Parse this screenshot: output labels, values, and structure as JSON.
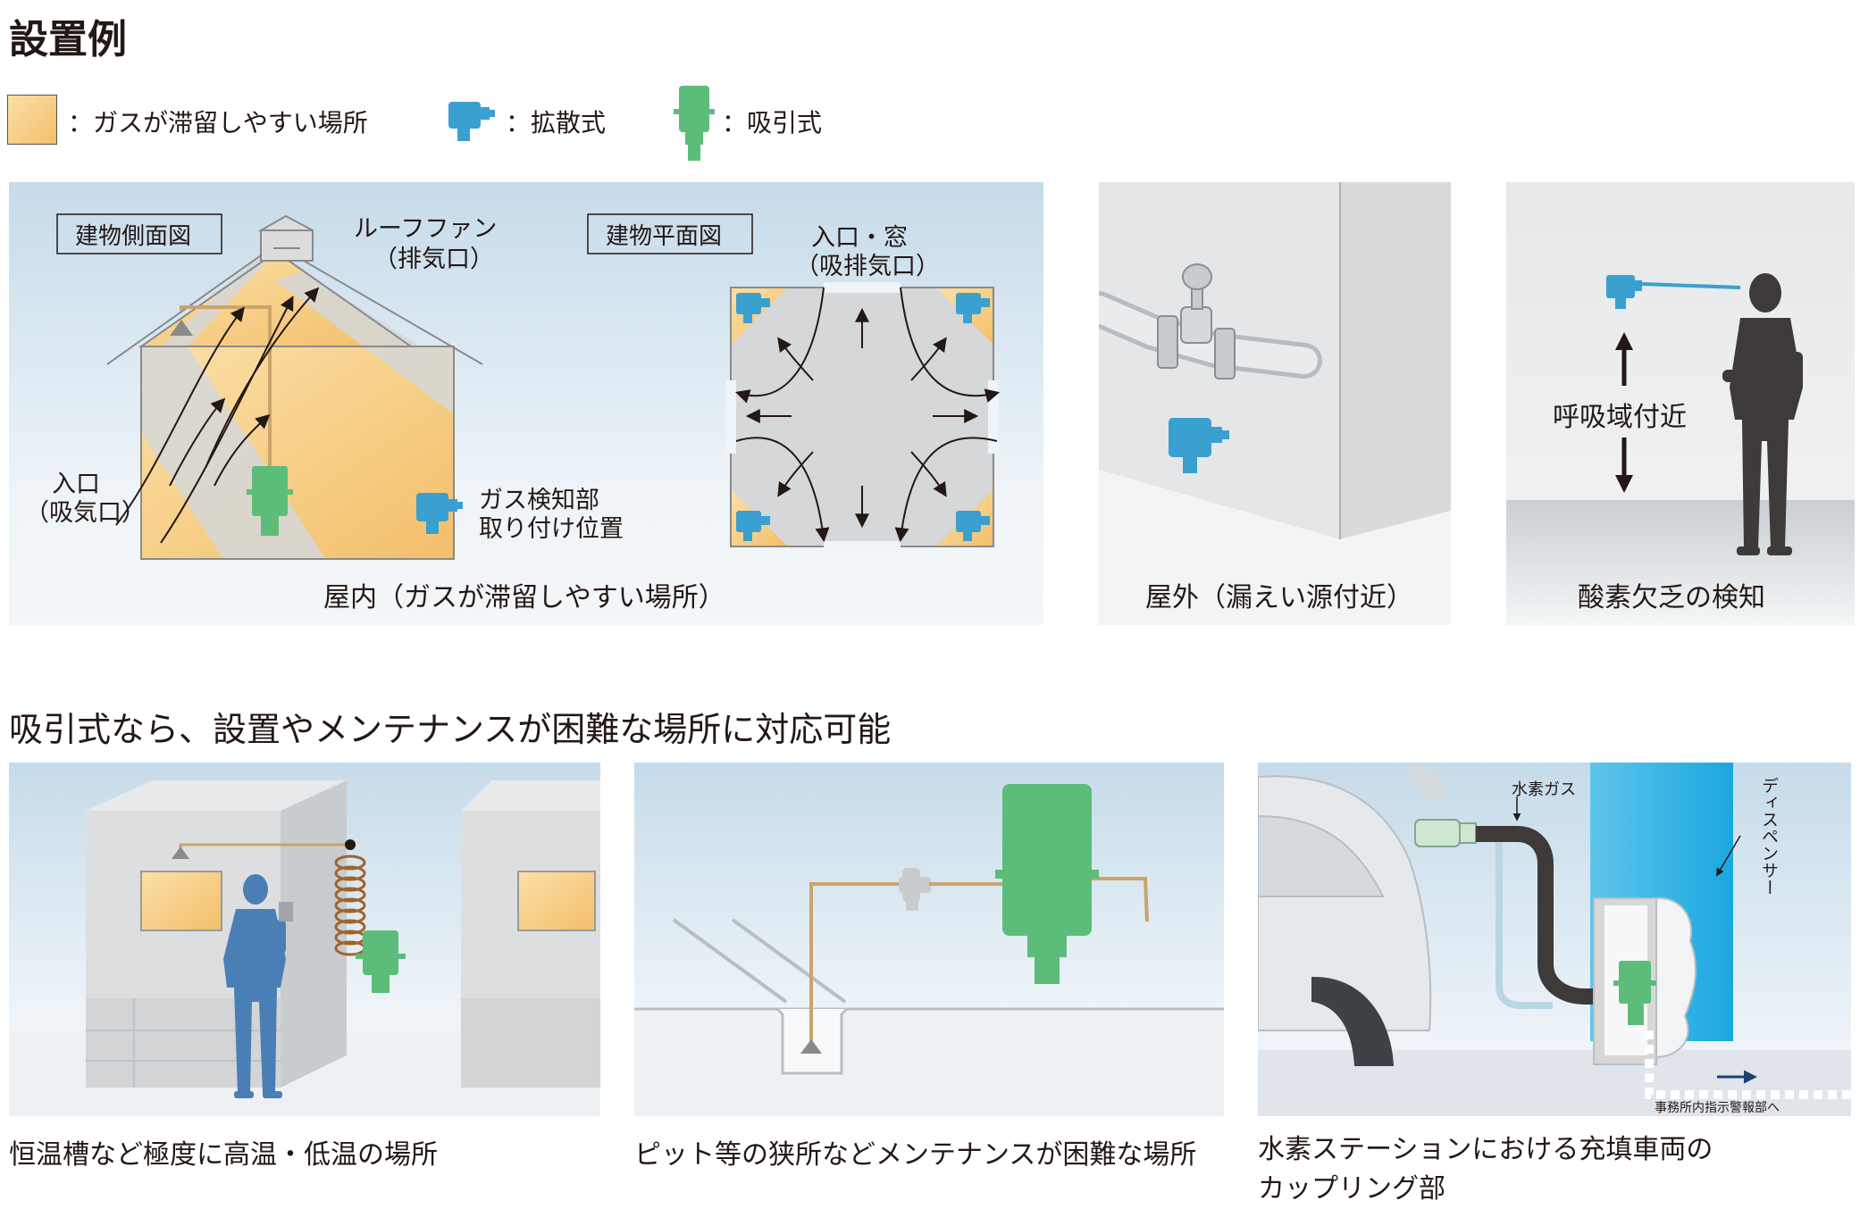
{
  "title": "設置例",
  "legend": [
    {
      "label": "：ガスが滞留しやすい場所",
      "color": "#f6c86e"
    },
    {
      "label": "：拡散式",
      "color": "#3aa0cf",
      "icon": "diffusion-detector-icon"
    },
    {
      "label": "：吸引式",
      "color": "#5bbd79",
      "icon": "suction-detector-icon"
    }
  ],
  "panel1": {
    "side_label": "建物側面図",
    "plan_label": "建物平面図",
    "roof_fan": "ルーフファン",
    "roof_fan_sub": "（排気口）",
    "inlet": "入口",
    "inlet_sub": "（吸気口）",
    "mount_1": "ガス検知部",
    "mount_2": "取り付け位置",
    "window": "入口・窓",
    "window_sub": "（吸排気口）",
    "caption": "屋内（ガスが滞留しやすい場所）"
  },
  "panel2": {
    "caption": "屋外（漏えい源付近）"
  },
  "panel3": {
    "zone": "呼吸域付近",
    "caption": "酸素欠乏の検知"
  },
  "section2_title": "吸引式なら、設置やメンテナンスが困難な場所に対応可能",
  "panel4": {
    "caption": "恒温槽など極度に高温・低温の場所"
  },
  "panel5": {
    "caption": "ピット等の狭所などメンテナンスが困難な場所"
  },
  "panel6": {
    "hydrogen": "水素ガス",
    "dispenser": "ディスペンサー",
    "alarm": "事務所内指示警報部へ",
    "caption": "水素ステーションにおける充填車両の",
    "caption_2": "カップリング部"
  },
  "colors": {
    "gas_zone": "#f6c86e",
    "diffusion": "#3aa0cf",
    "suction": "#5bbd79",
    "sky": "#c7dcea",
    "tube": "#c9a46c"
  }
}
